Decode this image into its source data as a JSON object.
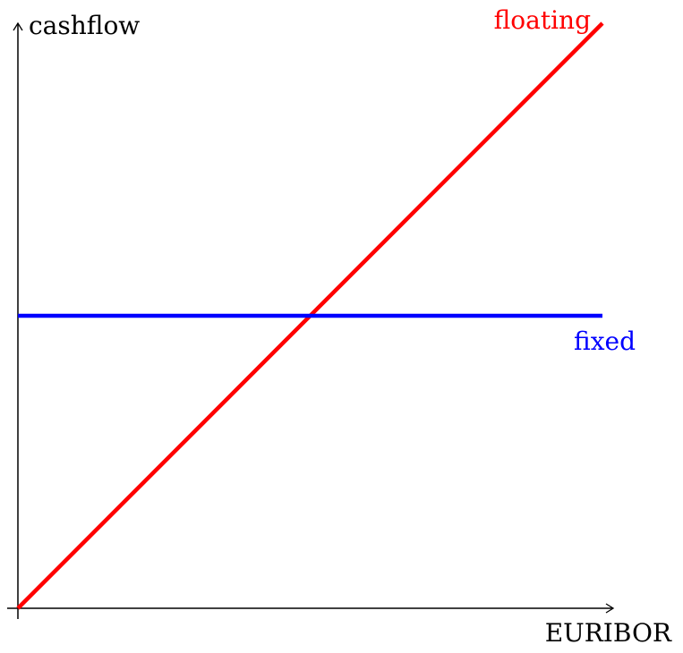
{
  "chart_data": {
    "type": "line",
    "title": "",
    "xlabel": "EURIBOR",
    "ylabel": "cashflow",
    "xlim": [
      0,
      1
    ],
    "ylim": [
      0,
      1
    ],
    "grid": false,
    "legend": "none",
    "series": [
      {
        "name": "floating",
        "color": "#ff0000",
        "x": [
          0,
          1
        ],
        "y": [
          0,
          1
        ]
      },
      {
        "name": "fixed",
        "color": "#0000ff",
        "x": [
          0,
          1
        ],
        "y": [
          0.5,
          0.5
        ]
      }
    ]
  }
}
